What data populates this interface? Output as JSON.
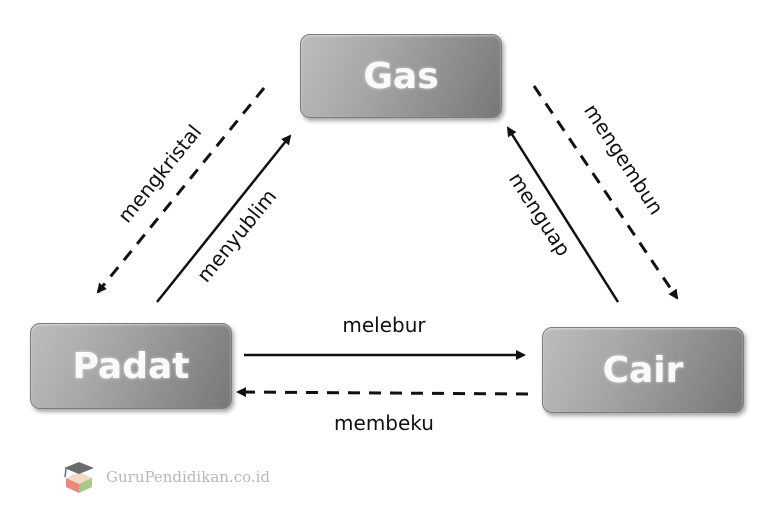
{
  "states": {
    "gas": "Gas",
    "padat": "Padat",
    "cair": "Cair"
  },
  "transitions": {
    "mengkristal": "mengkristal",
    "menyublim": "menyublim",
    "mengembun": "mengembun",
    "menguap": "menguap",
    "melebur": "melebur",
    "membeku": "membeku"
  },
  "watermark": {
    "text": "GuruPendidikan.co.id",
    "icon": "graduation-cap-icon"
  }
}
